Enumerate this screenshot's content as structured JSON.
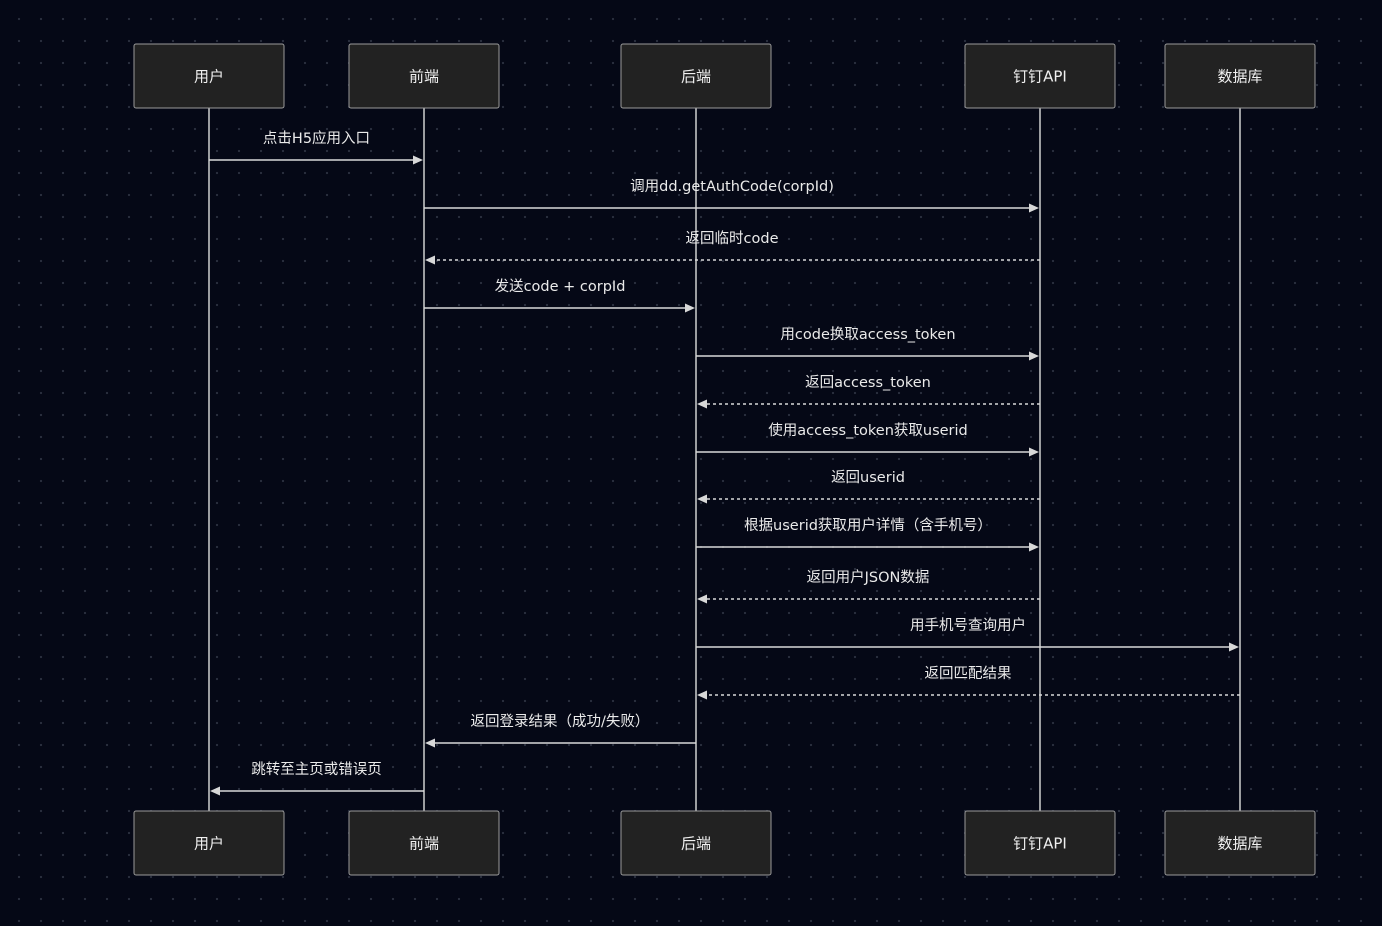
{
  "actors": [
    {
      "id": "user",
      "label": "用户"
    },
    {
      "id": "frontend",
      "label": "前端"
    },
    {
      "id": "backend",
      "label": "后端"
    },
    {
      "id": "dingtalk",
      "label": "钉钉API"
    },
    {
      "id": "db",
      "label": "数据库"
    }
  ],
  "messages": [
    {
      "from": "user",
      "to": "frontend",
      "label": "点击H5应用入口",
      "style": "solid"
    },
    {
      "from": "frontend",
      "to": "dingtalk",
      "label": "调用dd.getAuthCode(corpId)",
      "style": "solid"
    },
    {
      "from": "dingtalk",
      "to": "frontend",
      "label": "返回临时code",
      "style": "dashed"
    },
    {
      "from": "frontend",
      "to": "backend",
      "label": "发送code + corpId",
      "style": "solid"
    },
    {
      "from": "backend",
      "to": "dingtalk",
      "label": "用code换取access_token",
      "style": "solid"
    },
    {
      "from": "dingtalk",
      "to": "backend",
      "label": "返回access_token",
      "style": "dashed"
    },
    {
      "from": "backend",
      "to": "dingtalk",
      "label": "使用access_token获取userid",
      "style": "solid"
    },
    {
      "from": "dingtalk",
      "to": "backend",
      "label": "返回userid",
      "style": "dashed"
    },
    {
      "from": "backend",
      "to": "dingtalk",
      "label": "根据userid获取用户详情（含手机号）",
      "style": "solid"
    },
    {
      "from": "dingtalk",
      "to": "backend",
      "label": "返回用户JSON数据",
      "style": "dashed"
    },
    {
      "from": "backend",
      "to": "db",
      "label": "用手机号查询用户",
      "style": "solid"
    },
    {
      "from": "db",
      "to": "backend",
      "label": "返回匹配结果",
      "style": "dashed"
    },
    {
      "from": "backend",
      "to": "frontend",
      "label": "返回登录结果（成功/失败）",
      "style": "solid"
    },
    {
      "from": "frontend",
      "to": "user",
      "label": "跳转至主页或错误页",
      "style": "solid"
    }
  ]
}
